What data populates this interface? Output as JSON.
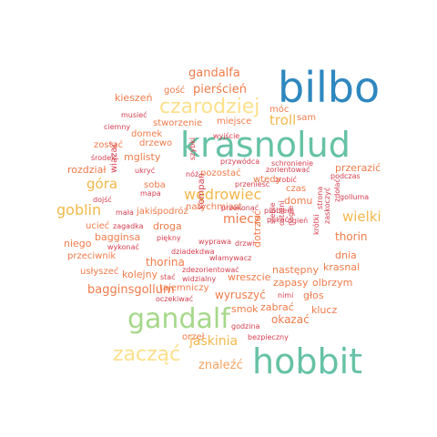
{
  "palette": {
    "blue": "#2f87bf",
    "teal": "#66c2a5",
    "green": "#a6d88a",
    "yellow": "#fee08b",
    "gold": "#f2b84b",
    "lightorange": "#f4a261",
    "orange": "#f07b4a",
    "red": "#d53e4f"
  },
  "words": [
    {
      "text": "bilbo",
      "color": "blue"
    },
    {
      "text": "krasnolud",
      "color": "teal"
    },
    {
      "text": "hobbit",
      "color": "teal"
    },
    {
      "text": "gandalf",
      "color": "green"
    },
    {
      "text": "zacząć",
      "color": "yellow"
    },
    {
      "text": "czarodziej",
      "color": "yellow"
    },
    {
      "text": "wędrowiec",
      "color": "gold"
    },
    {
      "text": "goblin",
      "color": "gold"
    },
    {
      "text": "góra",
      "color": "gold"
    },
    {
      "text": "wielki",
      "color": "gold"
    },
    {
      "text": "troll",
      "color": "gold"
    },
    {
      "text": "jaskinia",
      "color": "gold"
    },
    {
      "text": "gandalfa",
      "color": "orange"
    },
    {
      "text": "pierścień",
      "color": "orange"
    },
    {
      "text": "gość",
      "color": "orange"
    },
    {
      "text": "kieszeń",
      "color": "orange"
    },
    {
      "text": "musieć",
      "color": "red"
    },
    {
      "text": "ciemny",
      "color": "red"
    },
    {
      "text": "stworzenie",
      "color": "orange"
    },
    {
      "text": "miejsce",
      "color": "orange"
    },
    {
      "text": "móc",
      "color": "orange"
    },
    {
      "text": "sam",
      "color": "orange"
    },
    {
      "text": "domek",
      "color": "orange"
    },
    {
      "text": "zostać",
      "color": "orange"
    },
    {
      "text": "drzewo",
      "color": "orange"
    },
    {
      "text": "mglisty",
      "color": "orange"
    },
    {
      "text": "szybki",
      "color": "red"
    },
    {
      "text": "wyjście",
      "color": "red"
    },
    {
      "text": "przywódca",
      "color": "red"
    },
    {
      "text": "schronienie",
      "color": "red"
    },
    {
      "text": "podczas",
      "color": "red"
    },
    {
      "text": "przerazić",
      "color": "orange"
    },
    {
      "text": "rozdział",
      "color": "orange"
    },
    {
      "text": "wiązać",
      "color": "red"
    },
    {
      "text": "środek",
      "color": "red"
    },
    {
      "text": "ukryć",
      "color": "red"
    },
    {
      "text": "nóż",
      "color": "red"
    },
    {
      "text": "pozostać",
      "color": "orange"
    },
    {
      "text": "zorientować",
      "color": "red"
    },
    {
      "text": "zrobić",
      "color": "red"
    },
    {
      "text": "wtedy",
      "color": "orange"
    },
    {
      "text": "czas",
      "color": "orange"
    },
    {
      "text": "kompan",
      "color": "red"
    },
    {
      "text": "soba",
      "color": "orange"
    },
    {
      "text": "przenieść",
      "color": "red"
    },
    {
      "text": "zdołać",
      "color": "red"
    },
    {
      "text": "golluma",
      "color": "red"
    },
    {
      "text": "dojść",
      "color": "red"
    },
    {
      "text": "mapa",
      "color": "red"
    },
    {
      "text": "domu",
      "color": "orange"
    },
    {
      "text": "mała",
      "color": "red"
    },
    {
      "text": "jakiśpodróż",
      "color": "orange"
    },
    {
      "text": "natychmiast",
      "color": "orange"
    },
    {
      "text": "przekonać",
      "color": "red"
    },
    {
      "text": "problem",
      "color": "red"
    },
    {
      "text": "thorin",
      "color": "orange"
    },
    {
      "text": "miecz",
      "color": "orange"
    },
    {
      "text": "pukać",
      "color": "red"
    },
    {
      "text": "ogień",
      "color": "red"
    },
    {
      "text": "strona",
      "color": "red"
    },
    {
      "text": "ucieć",
      "color": "orange"
    },
    {
      "text": "zagadka",
      "color": "red"
    },
    {
      "text": "droga",
      "color": "orange"
    },
    {
      "text": "siebie",
      "color": "red"
    },
    {
      "text": "ostatni",
      "color": "red"
    },
    {
      "text": "nagle",
      "color": "red"
    },
    {
      "text": "zaskoczyć",
      "color": "red"
    },
    {
      "text": "bagginsa",
      "color": "orange"
    },
    {
      "text": "piękny",
      "color": "red"
    },
    {
      "text": "drzwi",
      "color": "red"
    },
    {
      "text": "krótki",
      "color": "red"
    },
    {
      "text": "niego",
      "color": "orange"
    },
    {
      "text": "wykonać",
      "color": "red"
    },
    {
      "text": "wyprawa",
      "color": "red"
    },
    {
      "text": "dziadekdwa",
      "color": "red"
    },
    {
      "text": "przeciwnik",
      "color": "orange"
    },
    {
      "text": "dotrzeć",
      "color": "orange"
    },
    {
      "text": "dnia",
      "color": "orange"
    },
    {
      "text": "thorina",
      "color": "orange"
    },
    {
      "text": "włamywacz",
      "color": "red"
    },
    {
      "text": "następny",
      "color": "orange"
    },
    {
      "text": "krasnal",
      "color": "orange"
    },
    {
      "text": "usłyszeć",
      "color": "orange"
    },
    {
      "text": "kolejny",
      "color": "orange"
    },
    {
      "text": "zdezorientować",
      "color": "red"
    },
    {
      "text": "stać",
      "color": "red"
    },
    {
      "text": "widzialny",
      "color": "red"
    },
    {
      "text": "wreszcie",
      "color": "orange"
    },
    {
      "text": "zapasy",
      "color": "orange"
    },
    {
      "text": "olbrzym",
      "color": "orange"
    },
    {
      "text": "bagginsgollum",
      "color": "orange"
    },
    {
      "text": "tajemniczy",
      "color": "orange"
    },
    {
      "text": "wyruszyć",
      "color": "orange"
    },
    {
      "text": "nimi",
      "color": "red"
    },
    {
      "text": "głos",
      "color": "orange"
    },
    {
      "text": "oczekiwać",
      "color": "red"
    },
    {
      "text": "zabrać",
      "color": "orange"
    },
    {
      "text": "smok",
      "color": "orange"
    },
    {
      "text": "klucz",
      "color": "orange"
    },
    {
      "text": "okazać",
      "color": "orange"
    },
    {
      "text": "godzina",
      "color": "red"
    },
    {
      "text": "orzeł",
      "color": "orange"
    },
    {
      "text": "bezpieczny",
      "color": "red"
    },
    {
      "text": "znaleźć",
      "color": "lightorange"
    }
  ]
}
